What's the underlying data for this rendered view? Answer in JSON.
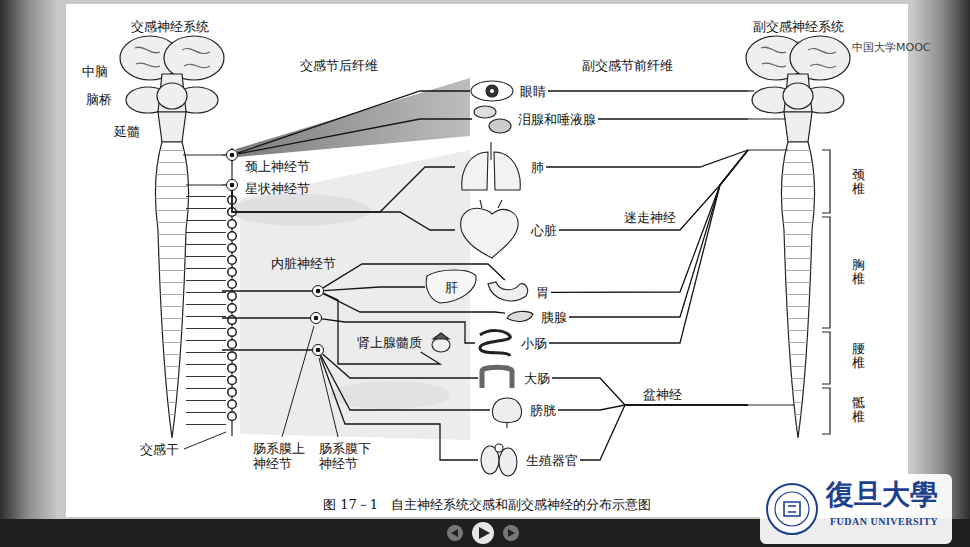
{
  "diagram": {
    "caption": "图 17－1　自主神经系统交感和副交感神经的分布示意图",
    "nodes": [
      {
        "text": [
          "交感神经系统"
        ]
      },
      {
        "text": [
          "颈上神经节"
        ]
      },
      {
        "text": [
          "星状神经节"
        ]
      },
      {
        "text": [
          "内脏神经节"
        ]
      },
      {
        "text": [
          "肠系膜上神经节"
        ]
      },
      {
        "text": [
          "肠系膜下神经节"
        ]
      },
      {
        "text": [
          "眼睛"
        ]
      },
      {
        "text": [
          "泪腺和唾液腺"
        ]
      },
      {
        "text": [
          "肺"
        ]
      },
      {
        "text": [
          "心脏"
        ]
      },
      {
        "text": [
          "肝"
        ]
      },
      {
        "text": [
          "胃"
        ]
      },
      {
        "text": [
          "胰腺"
        ]
      },
      {
        "text": [
          "肾上腺髓质"
        ]
      },
      {
        "text": [
          "小肠"
        ]
      },
      {
        "text": [
          "大肠"
        ]
      },
      {
        "text": [
          "膀胱"
        ]
      },
      {
        "text": [
          "生殖器官"
        ]
      },
      {
        "text": [
          "副交感神经系统"
        ]
      }
    ],
    "edges": [
      {
        "from": 0,
        "to": 1,
        "arrow": "none"
      },
      {
        "from": 0,
        "to": 2,
        "arrow": "none"
      },
      {
        "from": 0,
        "to": 3,
        "arrow": "none"
      },
      {
        "from": 0,
        "to": 4,
        "arrow": "none"
      },
      {
        "from": 0,
        "to": 5,
        "arrow": "none"
      },
      {
        "from": 1,
        "to": 6,
        "arrow": "none"
      },
      {
        "from": 1,
        "to": 7,
        "arrow": "none"
      },
      {
        "from": 2,
        "to": 8,
        "arrow": "none"
      },
      {
        "from": 2,
        "to": 9,
        "arrow": "none"
      },
      {
        "from": 3,
        "to": 10,
        "arrow": "none"
      },
      {
        "from": 3,
        "to": 11,
        "arrow": "none"
      },
      {
        "from": 3,
        "to": 12,
        "arrow": "none"
      },
      {
        "from": 3,
        "to": 13,
        "arrow": "none"
      },
      {
        "from": 4,
        "to": 14,
        "arrow": "none"
      },
      {
        "from": 5,
        "to": 15,
        "arrow": "none"
      },
      {
        "from": 5,
        "to": 16,
        "arrow": "none"
      },
      {
        "from": 5,
        "to": 17,
        "arrow": "none"
      },
      {
        "from": 18,
        "to": 6,
        "arrow": "none"
      },
      {
        "from": 18,
        "to": 7,
        "arrow": "none"
      },
      {
        "from": 18,
        "to": 8,
        "arrow": "none"
      },
      {
        "from": 18,
        "to": 9,
        "label": "迷走神经",
        "arrow": "none"
      },
      {
        "from": 18,
        "to": 11,
        "arrow": "none"
      },
      {
        "from": 18,
        "to": 12,
        "arrow": "none"
      },
      {
        "from": 18,
        "to": 14,
        "arrow": "none"
      },
      {
        "from": 18,
        "to": 15,
        "arrow": "none"
      },
      {
        "from": 18,
        "to": 16,
        "label": "盆神经",
        "arrow": "none"
      },
      {
        "from": 18,
        "to": 17,
        "arrow": "none"
      }
    ],
    "labels": [
      "中脑",
      "脑桥",
      "延髓",
      "交感节后纤维",
      "副交感节前纤维",
      "交感干",
      "颈椎",
      "胸椎",
      "腰椎",
      "骶椎",
      "中国大学MOOC",
      "復旦大學",
      "FUDAN UNIVERSITY"
    ]
  }
}
